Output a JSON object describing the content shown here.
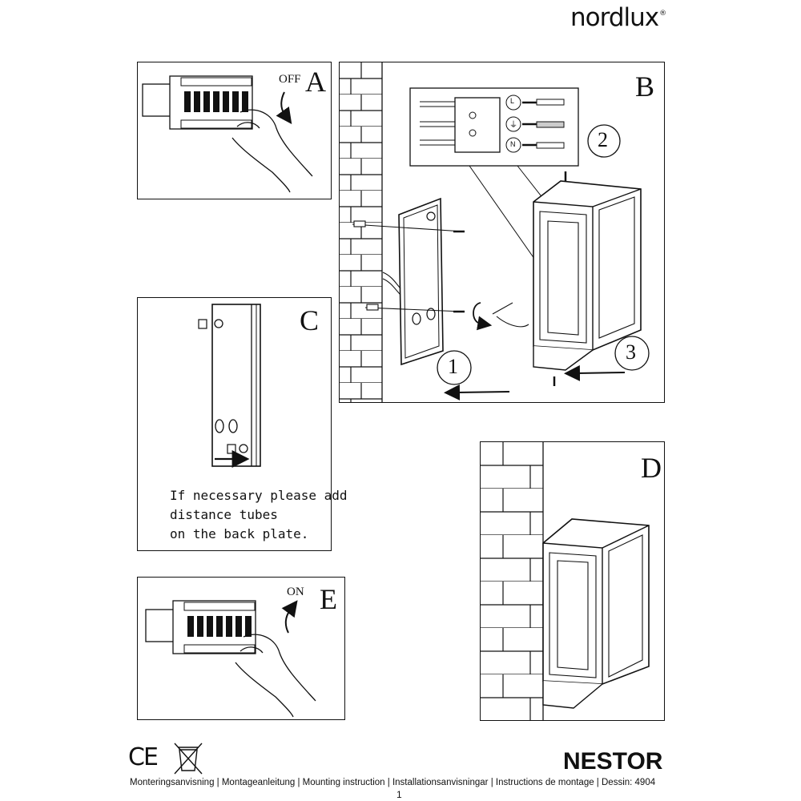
{
  "brand": {
    "logo_text": "nordlux"
  },
  "panels": {
    "a": {
      "letter": "A",
      "switch_label": "OFF"
    },
    "b": {
      "letter": "B",
      "steps": [
        "1",
        "2",
        "3"
      ],
      "terminal_labels": [
        "L",
        "⏚",
        "N"
      ]
    },
    "c": {
      "letter": "C",
      "note": "If necessary please add\ndistance tubes\non the back plate."
    },
    "d": {
      "letter": "D"
    },
    "e": {
      "letter": "E",
      "switch_label": "ON"
    }
  },
  "footer": {
    "product_name": "NESTOR",
    "mark": "CE",
    "instruction_line": "Monteringsanvisning | Montageanleitung | Mounting instruction | Installationsanvisningar | Instructions de montage | Dessin: 4904",
    "page_number": "1"
  }
}
